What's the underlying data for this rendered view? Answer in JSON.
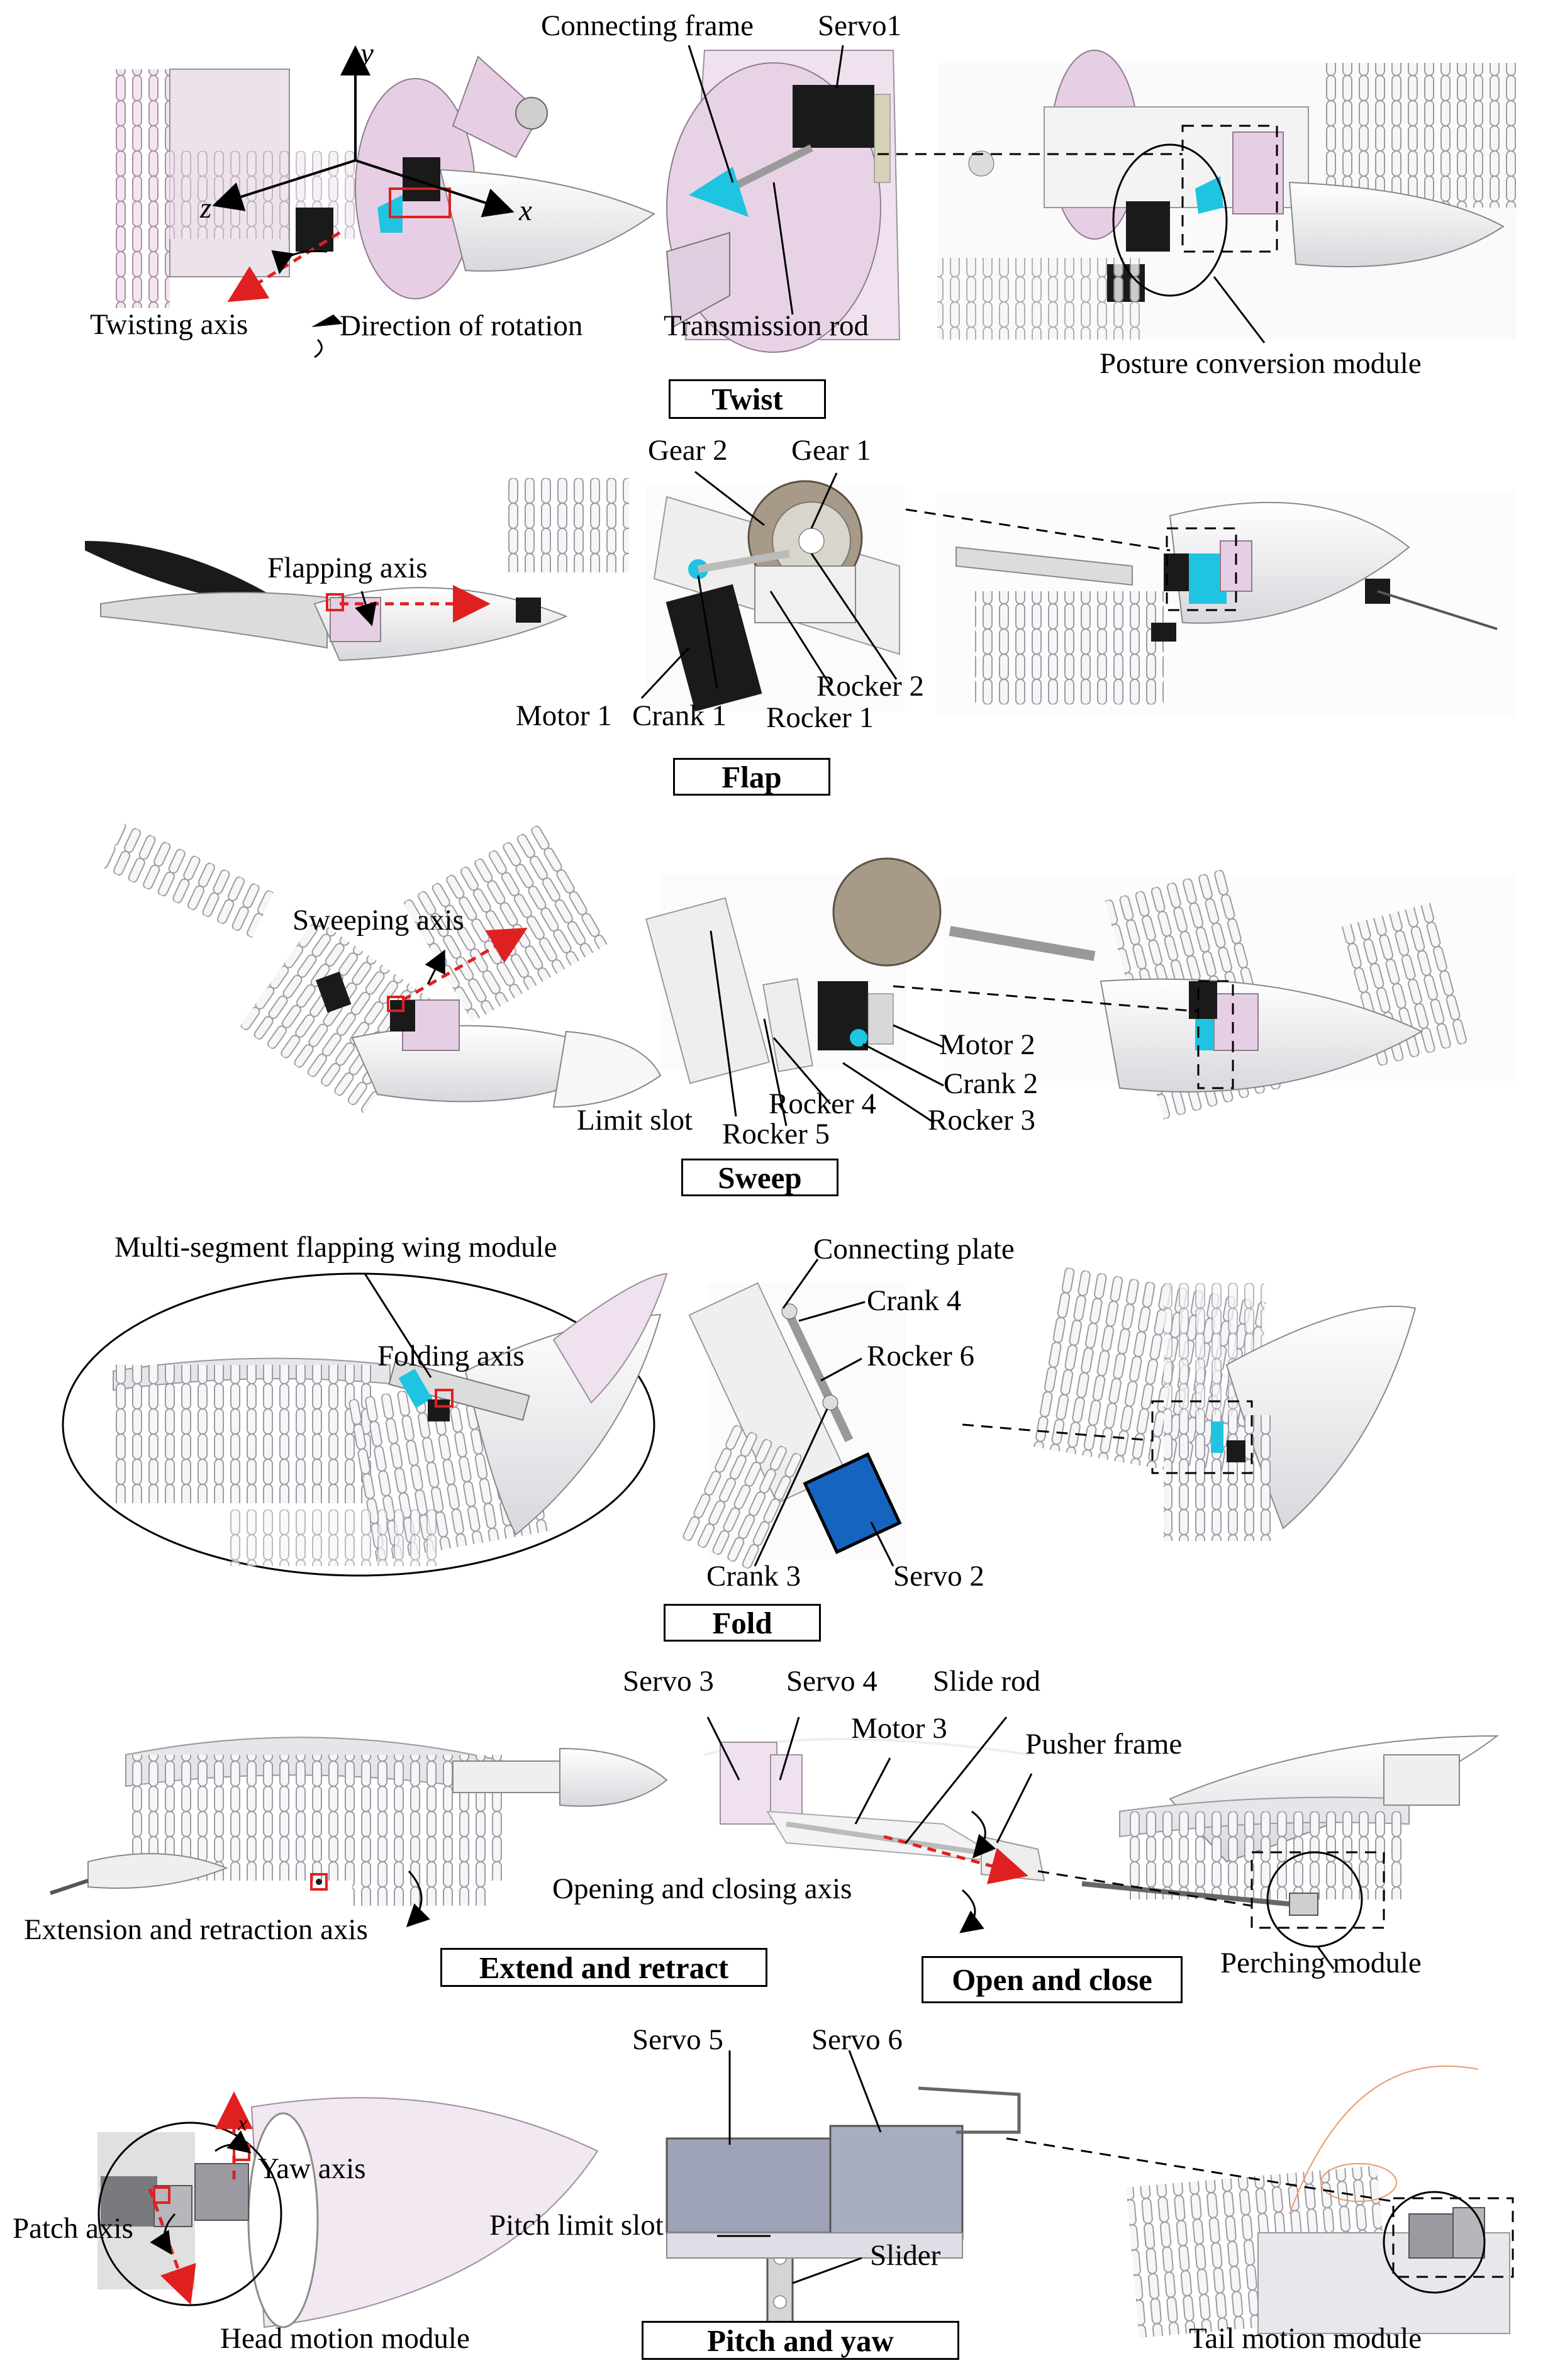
{
  "sections": {
    "twist": {
      "caption": "Twist",
      "labels": {
        "connecting_frame": "Connecting frame",
        "servo1": "Servo1",
        "twisting_axis": "Twisting axis",
        "direction_of_rotation": "Direction of rotation",
        "transmission_rod": "Transmission rod",
        "posture_conversion_module": "Posture conversion module",
        "axis_x": "x",
        "axis_y": "y",
        "axis_z": "z"
      }
    },
    "flap": {
      "caption": "Flap",
      "labels": {
        "gear2": "Gear 2",
        "gear1": "Gear 1",
        "flapping_axis": "Flapping axis",
        "rocker2": "Rocker 2",
        "motor1": "Motor 1",
        "crank1": "Crank  1",
        "rocker1": "Rocker 1"
      }
    },
    "sweep": {
      "caption": "Sweep",
      "labels": {
        "sweeping_axis": "Sweeping axis",
        "motor2": "Motor 2",
        "crank2": "Crank 2",
        "rocker4": "Rocker 4",
        "rocker3": "Rocker 3",
        "limit_slot": "Limit slot",
        "rocker5": "Rocker 5"
      }
    },
    "fold": {
      "caption": "Fold",
      "labels": {
        "multi_segment": "Multi-segment flapping wing module",
        "connecting_plate": "Connecting plate",
        "crank4": "Crank 4",
        "folding_axis": "Folding axis",
        "rocker6": "Rocker 6",
        "crank3": "Crank 3",
        "servo2": "Servo 2"
      }
    },
    "perch": {
      "caption_extend": "Extend and retract",
      "caption_open": "Open and close",
      "labels": {
        "servo3": "Servo 3",
        "servo4": "Servo 4",
        "slide_rod": "Slide rod",
        "motor3": "Motor 3",
        "pusher_frame": "Pusher frame",
        "opening_closing_axis": "Opening and closing axis",
        "extension_axis": "Extension and retraction axis",
        "perching_module": "Perching module"
      }
    },
    "head_tail": {
      "caption": "Pitch and yaw",
      "labels": {
        "servo5": "Servo 5",
        "servo6": "Servo 6",
        "yaw_axis": "Yaw axis",
        "patch_axis": "Patch axis",
        "pitch_limit_slot": "Pitch limit slot",
        "slider": "Slider",
        "head_motion_module": "Head motion module",
        "tail_motion_module": "Tail motion module",
        "axis_x": "x"
      }
    }
  },
  "colors": {
    "cyan_part": "#1fc4e0",
    "pink_part": "#e6cfe4",
    "servo_black": "#1a1a1a",
    "axis_red": "#e02020",
    "wing_gray": "#c9c9cf",
    "blue_servo": "#1565c0"
  }
}
